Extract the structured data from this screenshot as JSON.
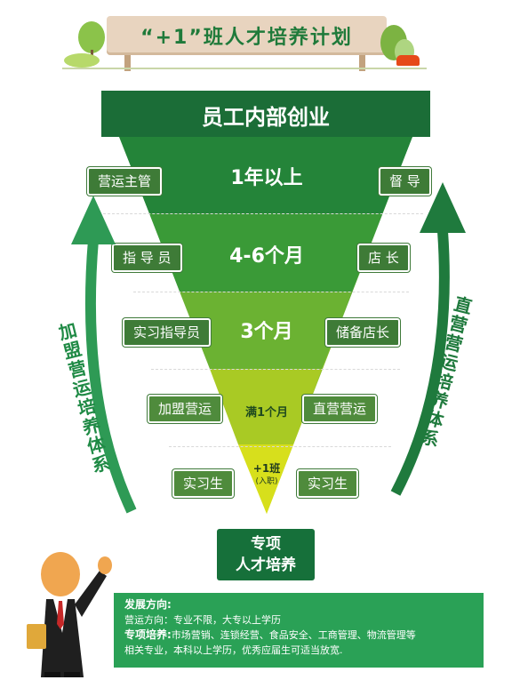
{
  "title": "“+1”班人才培养计划",
  "funnel": {
    "top_label": "员工内部创业",
    "levels": [
      "1年以上",
      "4-6个月",
      "3个月",
      "满1个月"
    ],
    "tip_main": "+1班",
    "tip_sub": "(入职)"
  },
  "left_tags": [
    "营运主管",
    "指 导 员",
    "实习指导员",
    "加盟营运",
    "实习生"
  ],
  "right_tags": [
    "督 导",
    "店 长",
    "储备店长",
    "直营营运",
    "实习生"
  ],
  "left_arrow_label": "加盟营运培养体系",
  "right_arrow_label": "直营营运培养体系",
  "special_box": [
    "专项",
    "人才培养"
  ],
  "info": {
    "heading": "发展方向:",
    "line1": "营运方向：专业不限，大专以上学历",
    "special_label": "专项培养:",
    "special_text": "市场营销、连锁经营、食品安全、工商管理、物流管理等",
    "line3": "相关专业，本科以上学历，优秀应届生可适当放宽."
  },
  "colors": {
    "funnel_top": "#1d7a3d",
    "funnel_bottom": "#d9e21a",
    "accent": "#2aa156"
  }
}
